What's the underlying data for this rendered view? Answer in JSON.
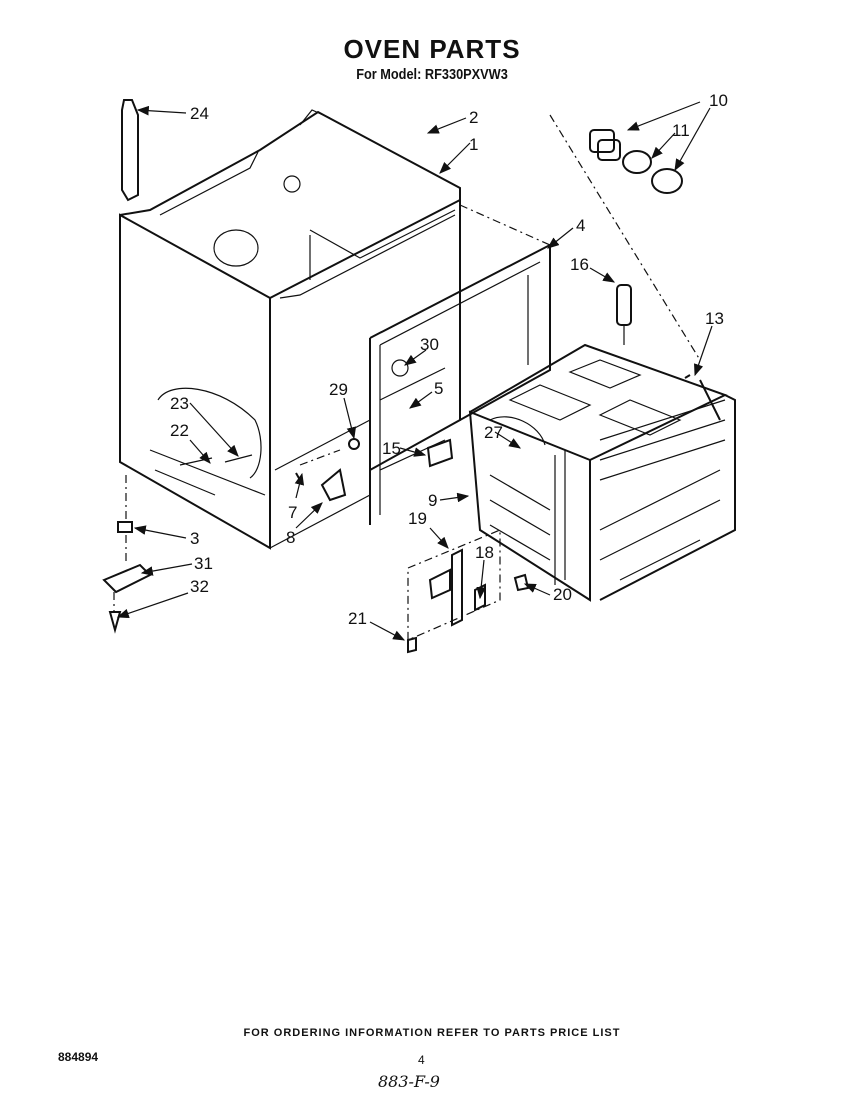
{
  "title": "OVEN PARTS",
  "subtitle": "For Model: RF330PXVW3",
  "footer": "FOR ORDERING INFORMATION REFER TO PARTS PRICE LIST",
  "doc_number": "884894",
  "page_number": "4",
  "handwritten_note": "883-F-9",
  "callouts": {
    "c1": "1",
    "c2": "2",
    "c3": "3",
    "c4": "4",
    "c5": "5",
    "c7": "7",
    "c8": "8",
    "c9": "9",
    "c10": "10",
    "c11": "11",
    "c13": "13",
    "c15": "15",
    "c16": "16",
    "c18": "18",
    "c19": "19",
    "c20": "20",
    "c21": "21",
    "c22": "22",
    "c23": "23",
    "c24": "24",
    "c27": "27",
    "c29": "29",
    "c30": "30",
    "c31": "31",
    "c32": "32"
  }
}
